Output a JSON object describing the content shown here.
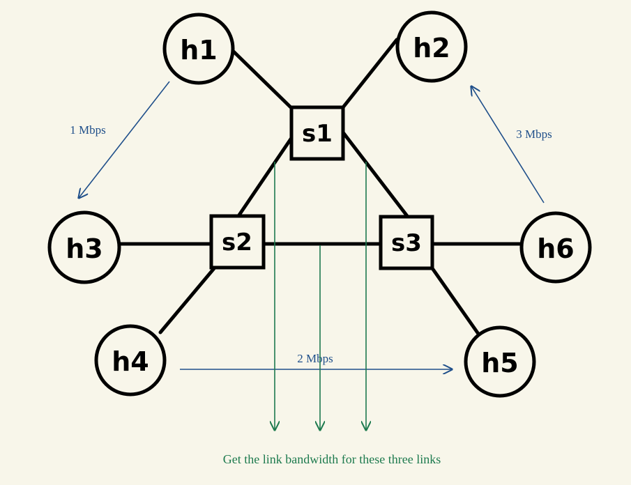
{
  "hosts": [
    {
      "id": "h1",
      "label": "h1"
    },
    {
      "id": "h2",
      "label": "h2"
    },
    {
      "id": "h3",
      "label": "h3"
    },
    {
      "id": "h4",
      "label": "h4"
    },
    {
      "id": "h5",
      "label": "h5"
    },
    {
      "id": "h6",
      "label": "h6"
    }
  ],
  "switches": [
    {
      "id": "s1",
      "label": "s1"
    },
    {
      "id": "s2",
      "label": "s2"
    },
    {
      "id": "s3",
      "label": "s3"
    }
  ],
  "links": [
    [
      "h1",
      "s1"
    ],
    [
      "h2",
      "s1"
    ],
    [
      "s1",
      "s2"
    ],
    [
      "s1",
      "s3"
    ],
    [
      "h3",
      "s2"
    ],
    [
      "s2",
      "s3"
    ],
    [
      "s3",
      "h6"
    ],
    [
      "s2",
      "h4"
    ],
    [
      "s3",
      "h5"
    ]
  ],
  "flows": [
    {
      "from": "h1",
      "to": "h3",
      "label": "1 Mbps"
    },
    {
      "from": "h4",
      "to": "h5",
      "label": "2 Mbps"
    },
    {
      "from": "h6",
      "to": "h2",
      "label": "3 Mbps"
    }
  ],
  "caption": "Get the link bandwidth for these three links",
  "colors": {
    "background": "#f8f6ea",
    "node_stroke": "#000000",
    "flow_arrow": "#1f4f8a",
    "measure_arrow": "#1d7a4e"
  }
}
